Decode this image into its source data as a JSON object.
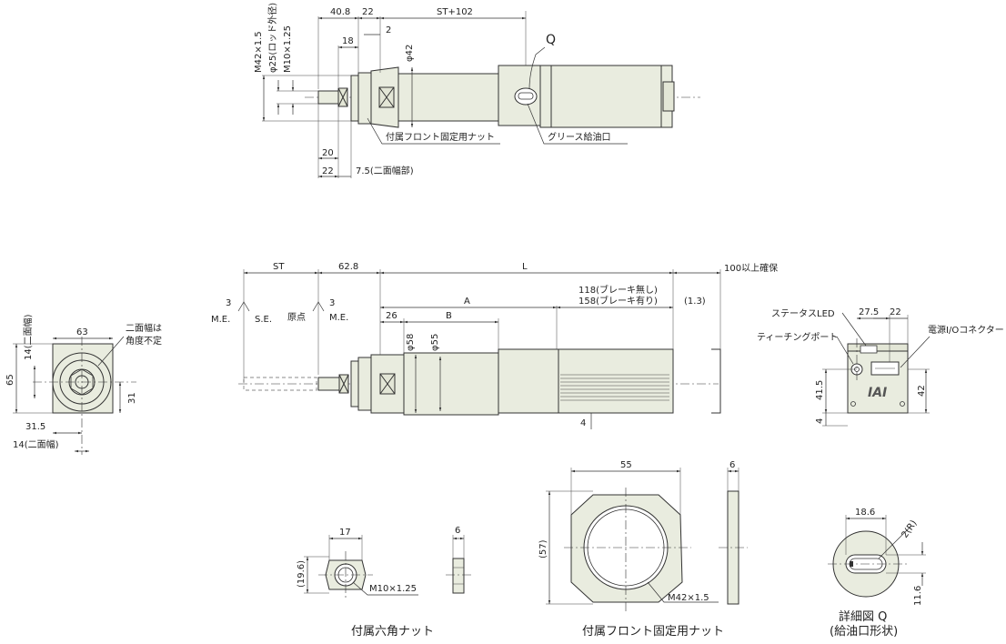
{
  "top_view": {
    "dims": [
      "40.8",
      "22",
      "ST+102",
      "18",
      "2",
      "φ42",
      "M42×1.5",
      "φ25(ロッド外径)",
      "M10×1.25",
      "20",
      "22",
      "7.5(二面幅部)"
    ],
    "q_label": "Q",
    "front_nut_label": "付属フロント固定用ナット",
    "grease_label": "グリース給油口"
  },
  "side_view": {
    "dims": [
      "ST",
      "62.8",
      "L",
      "100以上確保",
      "A",
      "118(ブレーキ無し)",
      "158(ブレーキ有り)",
      "(1.3)",
      "26",
      "B",
      "3",
      "3",
      "φ58",
      "φ55",
      "4"
    ],
    "labels": [
      "M.E.",
      "S.E.",
      "原点",
      "M.E."
    ]
  },
  "front_view": {
    "dims": [
      "63",
      "14(二面幅)",
      "65",
      "31",
      "31.5",
      "14(二面幅)"
    ],
    "note": [
      "二面幅は",
      "角度不定"
    ]
  },
  "rear_view": {
    "dims": [
      "27.5",
      "22",
      "41.5",
      "42",
      "4"
    ],
    "labels": [
      "ステータスLED",
      "ティーチングポート",
      "電源I/Oコネクター"
    ],
    "logo": "IAI"
  },
  "hex_nut": {
    "dims": [
      "17",
      "(19.6)",
      "6"
    ],
    "thread": "M10×1.25",
    "caption": "付属六角ナット"
  },
  "front_nut": {
    "dims": [
      "55",
      "(57)",
      "6"
    ],
    "thread": "M42×1.5",
    "caption": "付属フロント固定用ナット"
  },
  "detail_q": {
    "dims": [
      "18.6",
      "2(R)",
      "11.6"
    ],
    "caption": [
      "詳細図 Q",
      "(給油口形状)"
    ]
  }
}
